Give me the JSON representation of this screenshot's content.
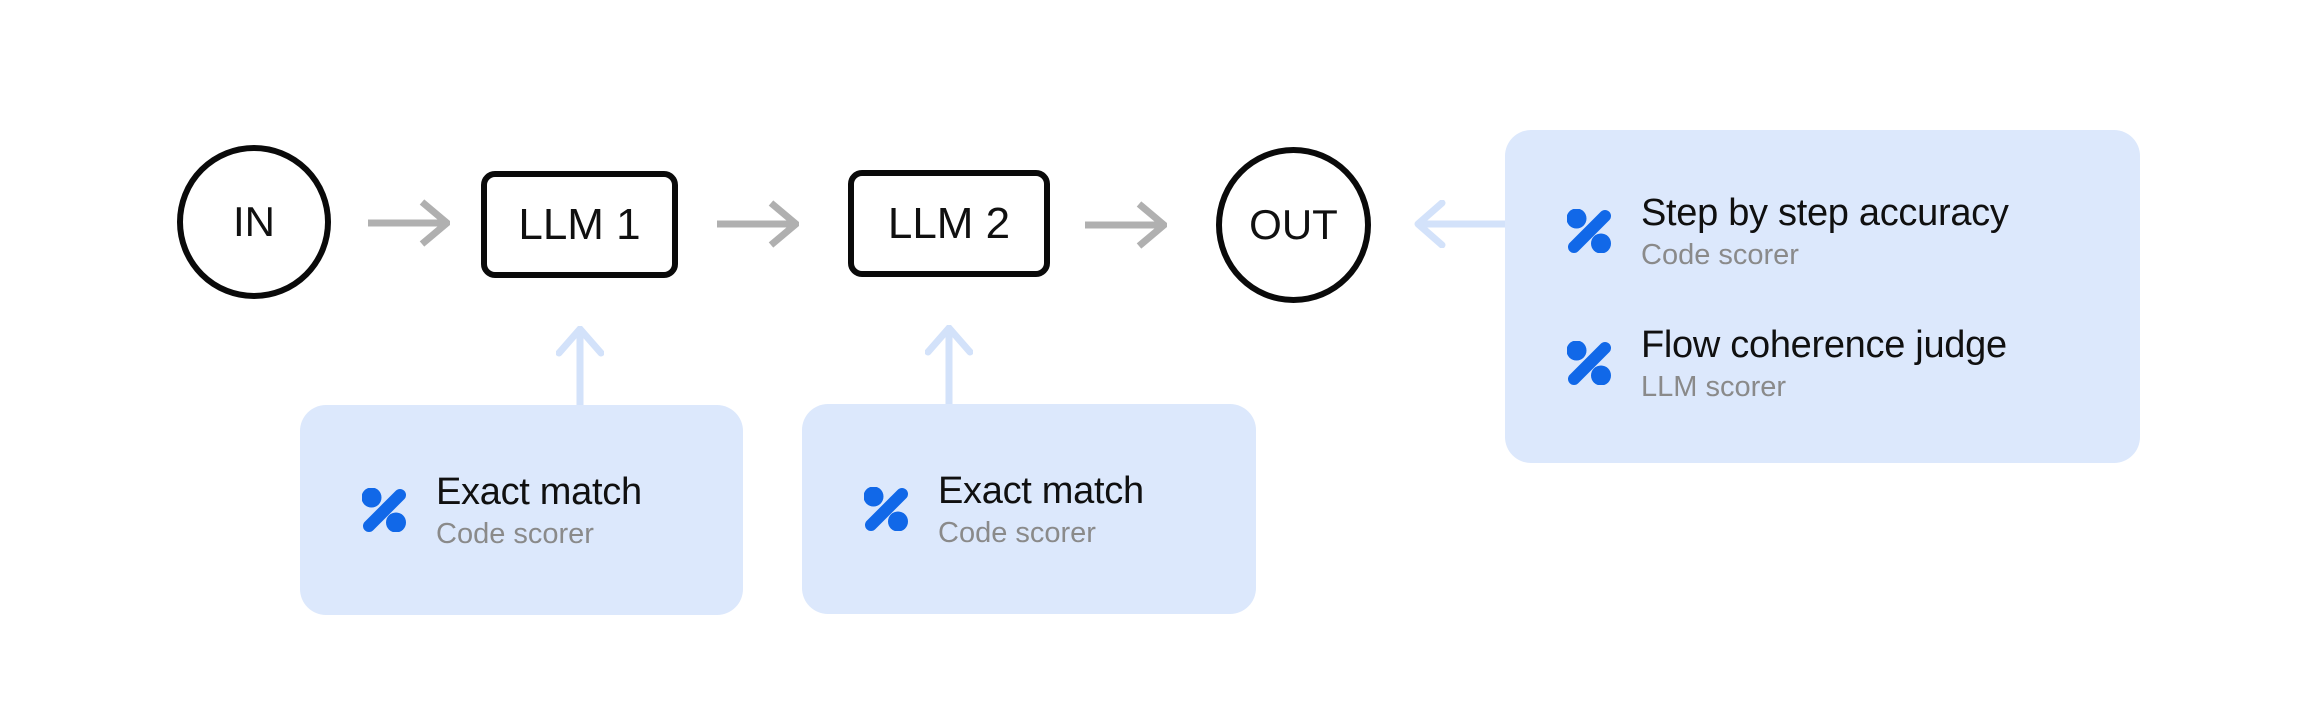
{
  "nodes": {
    "in": {
      "label": "IN"
    },
    "llm1": {
      "label": "LLM 1"
    },
    "llm2": {
      "label": "LLM 2"
    },
    "out": {
      "label": "OUT"
    }
  },
  "cards": [
    {
      "attached_to": "LLM 1",
      "scorers": [
        {
          "name": "Exact match",
          "type": "Code scorer"
        }
      ]
    },
    {
      "attached_to": "LLM 2",
      "scorers": [
        {
          "name": "Exact match",
          "type": "Code scorer"
        }
      ]
    },
    {
      "attached_to": "OUT",
      "scorers": [
        {
          "name": "Step by step accuracy",
          "type": "Code scorer"
        },
        {
          "name": "Flow coherence judge",
          "type": "LLM scorer"
        }
      ]
    }
  ],
  "icons": {
    "scorer": "percent-scorer-icon"
  },
  "colors": {
    "card_bg": "#dce8fc",
    "icon_blue": "#1168e8",
    "arrow_gray": "#b0b0b0",
    "arrow_blue": "#d3e2fa",
    "title_text": "#101010",
    "subtitle_text": "#8a8a8a",
    "node_stroke": "#0a0a0a",
    "page_bg": "#ffffff"
  }
}
